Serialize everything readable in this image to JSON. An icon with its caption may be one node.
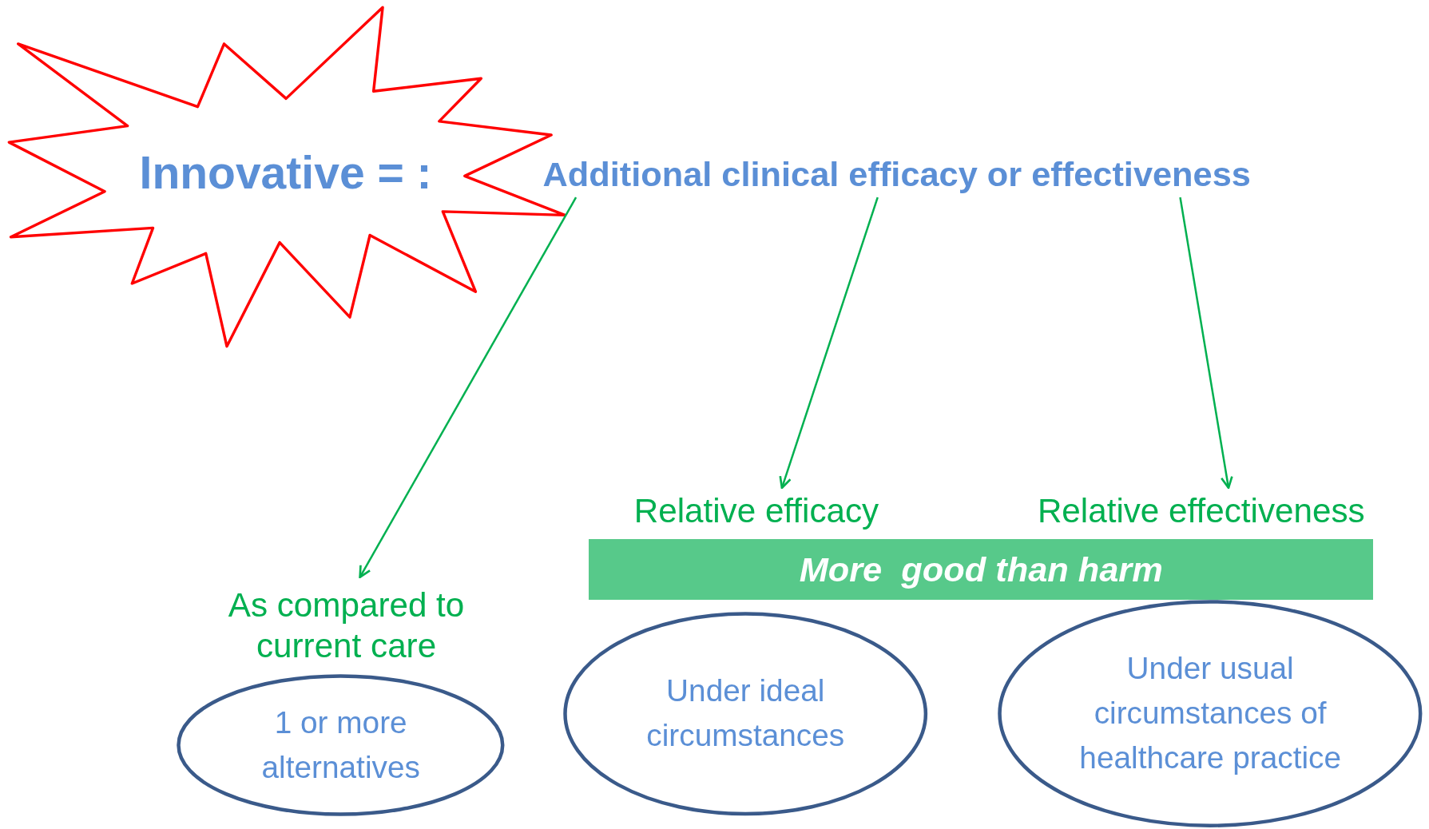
{
  "diagram": {
    "nodes": [
      {
        "text": [
          "Innovative = :"
        ]
      },
      {
        "text": [
          "Additional clinical efficacy or effectiveness"
        ]
      },
      {
        "text": [
          "As compared to current care"
        ]
      },
      {
        "text": [
          "Relative efficacy"
        ]
      },
      {
        "text": [
          "Relative effectiveness"
        ]
      },
      {
        "text": [
          "More  good than harm"
        ]
      },
      {
        "text": [
          "1 or more alternatives"
        ]
      },
      {
        "text": [
          "Under ideal circumstances"
        ]
      },
      {
        "text": [
          "Under usual circumstances of healthcare practice"
        ]
      }
    ],
    "edges": [
      {
        "from": 1,
        "to": 2,
        "arrow": "to"
      },
      {
        "from": 1,
        "to": 3,
        "arrow": "to"
      },
      {
        "from": 1,
        "to": 4,
        "arrow": "to"
      }
    ]
  }
}
